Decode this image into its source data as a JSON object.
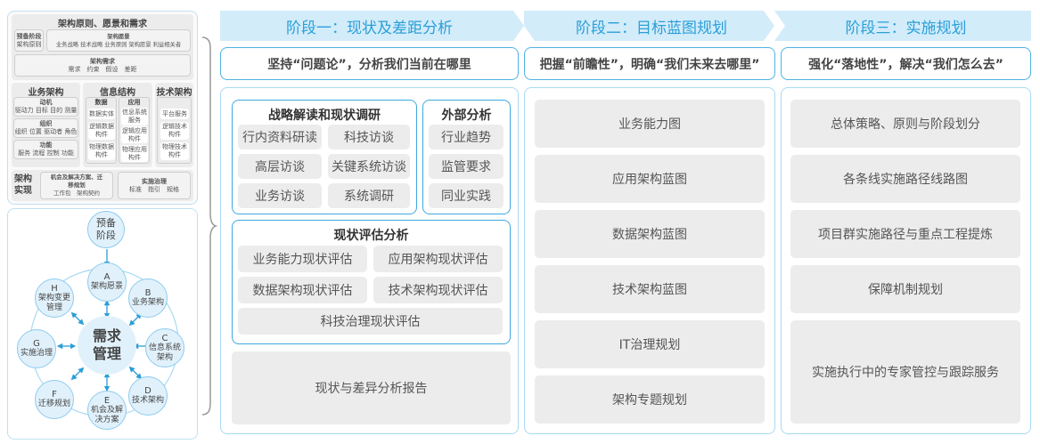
{
  "left_top": {
    "title": "架构原则、愿景和需求",
    "prep": {
      "title": "预备阶段",
      "items": "架构原则"
    },
    "vision": {
      "title": "架构愿景",
      "items": "业务战略 技术战略 业务原则 架构愿景 利益相关者"
    },
    "req": {
      "title": "架构需求",
      "items": "需求　约束　假设　差距"
    },
    "business": {
      "title": "业务架构",
      "groups": [
        {
          "title": "动机",
          "items": "驱动力 目标 目的 测量"
        },
        {
          "title": "组织",
          "items": "组织 位置 驱动者 角色"
        },
        {
          "title": "功能",
          "items": "服务 流程 控制 功能"
        }
      ]
    },
    "info": {
      "title": "信息结构",
      "data": {
        "title": "数据",
        "items": [
          "数据实体",
          "逻辑数据构件",
          "物理数据构件"
        ]
      },
      "app": {
        "title": "应用",
        "items": [
          "信息系统服务",
          "逻辑应用构件",
          "物理应用构件"
        ]
      }
    },
    "tech": {
      "title": "技术架构",
      "items": [
        "平台服务",
        "逻辑技术构件",
        "物理技术构件"
      ]
    },
    "impl": {
      "title": "架构实现",
      "opp": {
        "title": "机会及解决方案、迁移规划",
        "items": "工作包　架构契约"
      },
      "gov": {
        "title": "实施治理",
        "items": "标准　指引　规格"
      }
    }
  },
  "cycle": {
    "center": "需求管理",
    "prep": "预备阶段",
    "nodes": [
      {
        "letter": "A",
        "label": "架构愿景"
      },
      {
        "letter": "B",
        "label": "业务架构"
      },
      {
        "letter": "C",
        "label": "信息系统架构"
      },
      {
        "letter": "D",
        "label": "技术架构"
      },
      {
        "letter": "E",
        "label": "机会及解决方案"
      },
      {
        "letter": "F",
        "label": "迁移规划"
      },
      {
        "letter": "G",
        "label": "实施治理"
      },
      {
        "letter": "H",
        "label": "架构变更管理"
      }
    ]
  },
  "stages": [
    {
      "title": "阶段一：现状及差距分析",
      "subtitle": "坚持“问题论”，分析我们当前在哪里",
      "strategy": {
        "title": "战略解读和现状调研",
        "items": [
          "行内资料研读",
          "科技访谈",
          "高层访谈",
          "关键系统访谈",
          "业务访谈",
          "系统调研"
        ]
      },
      "external": {
        "title": "外部分析",
        "items": [
          "行业趋势",
          "监管要求",
          "同业实践"
        ]
      },
      "assessment": {
        "title": "现状评估分析",
        "items": [
          "业务能力现状评估",
          "应用架构现状评估",
          "数据架构现状评估",
          "技术架构现状评估",
          "科技治理现状评估"
        ]
      },
      "report": "现状与差异分析报告"
    },
    {
      "title": "阶段二：目标蓝图规划",
      "subtitle": "把握“前瞻性”，明确“我们未来去哪里”",
      "items": [
        "业务能力图",
        "应用架构蓝图",
        "数据架构蓝图",
        "技术架构蓝图",
        "IT治理规划",
        "架构专题规划"
      ]
    },
    {
      "title": "阶段三：实施规划",
      "subtitle": "强化“落地性”，解决“我们怎么去”",
      "items": [
        "总体策略、原则与阶段划分",
        "各条线实施路径线路图",
        "项目群实施路径与重点工程提炼",
        "保障机制规划",
        "实施执行中的专家管控与跟踪服务"
      ]
    }
  ],
  "colors": {
    "accent": "#2a9fd8",
    "band": "#d3ecfa",
    "border": "#4fb2e3",
    "cell": "#ececec"
  }
}
